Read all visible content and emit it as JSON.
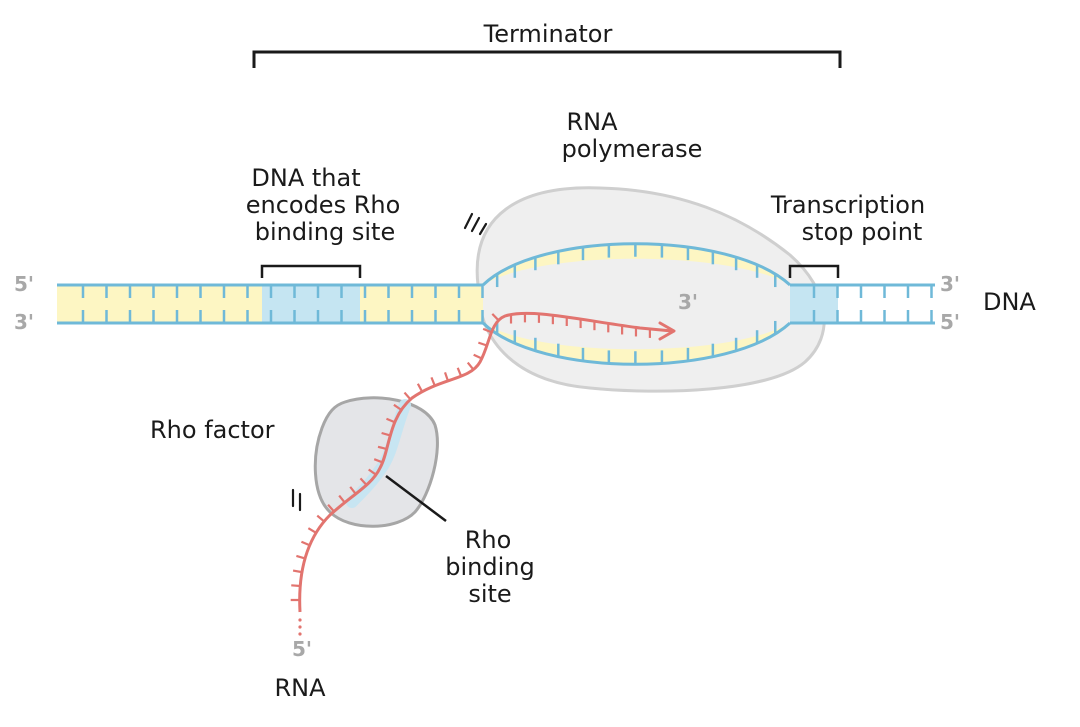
{
  "labels": {
    "terminator": "Terminator",
    "rna_polymerase_line1": "RNA",
    "rna_polymerase_line2": "polymerase",
    "dna_rho_line1": "DNA that",
    "dna_rho_line2": "encodes Rho",
    "dna_rho_line3": "binding site",
    "stop_line1": "Transcription",
    "stop_line2": "stop point",
    "dna": "DNA",
    "rho_factor": "Rho factor",
    "rho_site_line1": "Rho",
    "rho_site_line2": "binding",
    "rho_site_line3": "site",
    "rna": "RNA"
  },
  "ends": {
    "top_left": "5'",
    "bottom_left": "3'",
    "top_right": "3'",
    "bottom_right": "5'",
    "rna_3prime": "3'",
    "rna_5prime": "5'"
  },
  "colors": {
    "dna_strand": "#6fb9d8",
    "dna_fill": "#fdf6c3",
    "highlight_fill": "#c5e5f2",
    "rna_strand": "#e2746f",
    "polymerase_fill": "#efefef",
    "polymerase_stroke": "#cfcfcf",
    "rho_fill": "#e4e5e8",
    "rho_stroke": "#a6a6a6",
    "text": "#1a1a1a",
    "end_label": "#a8a8a8"
  }
}
